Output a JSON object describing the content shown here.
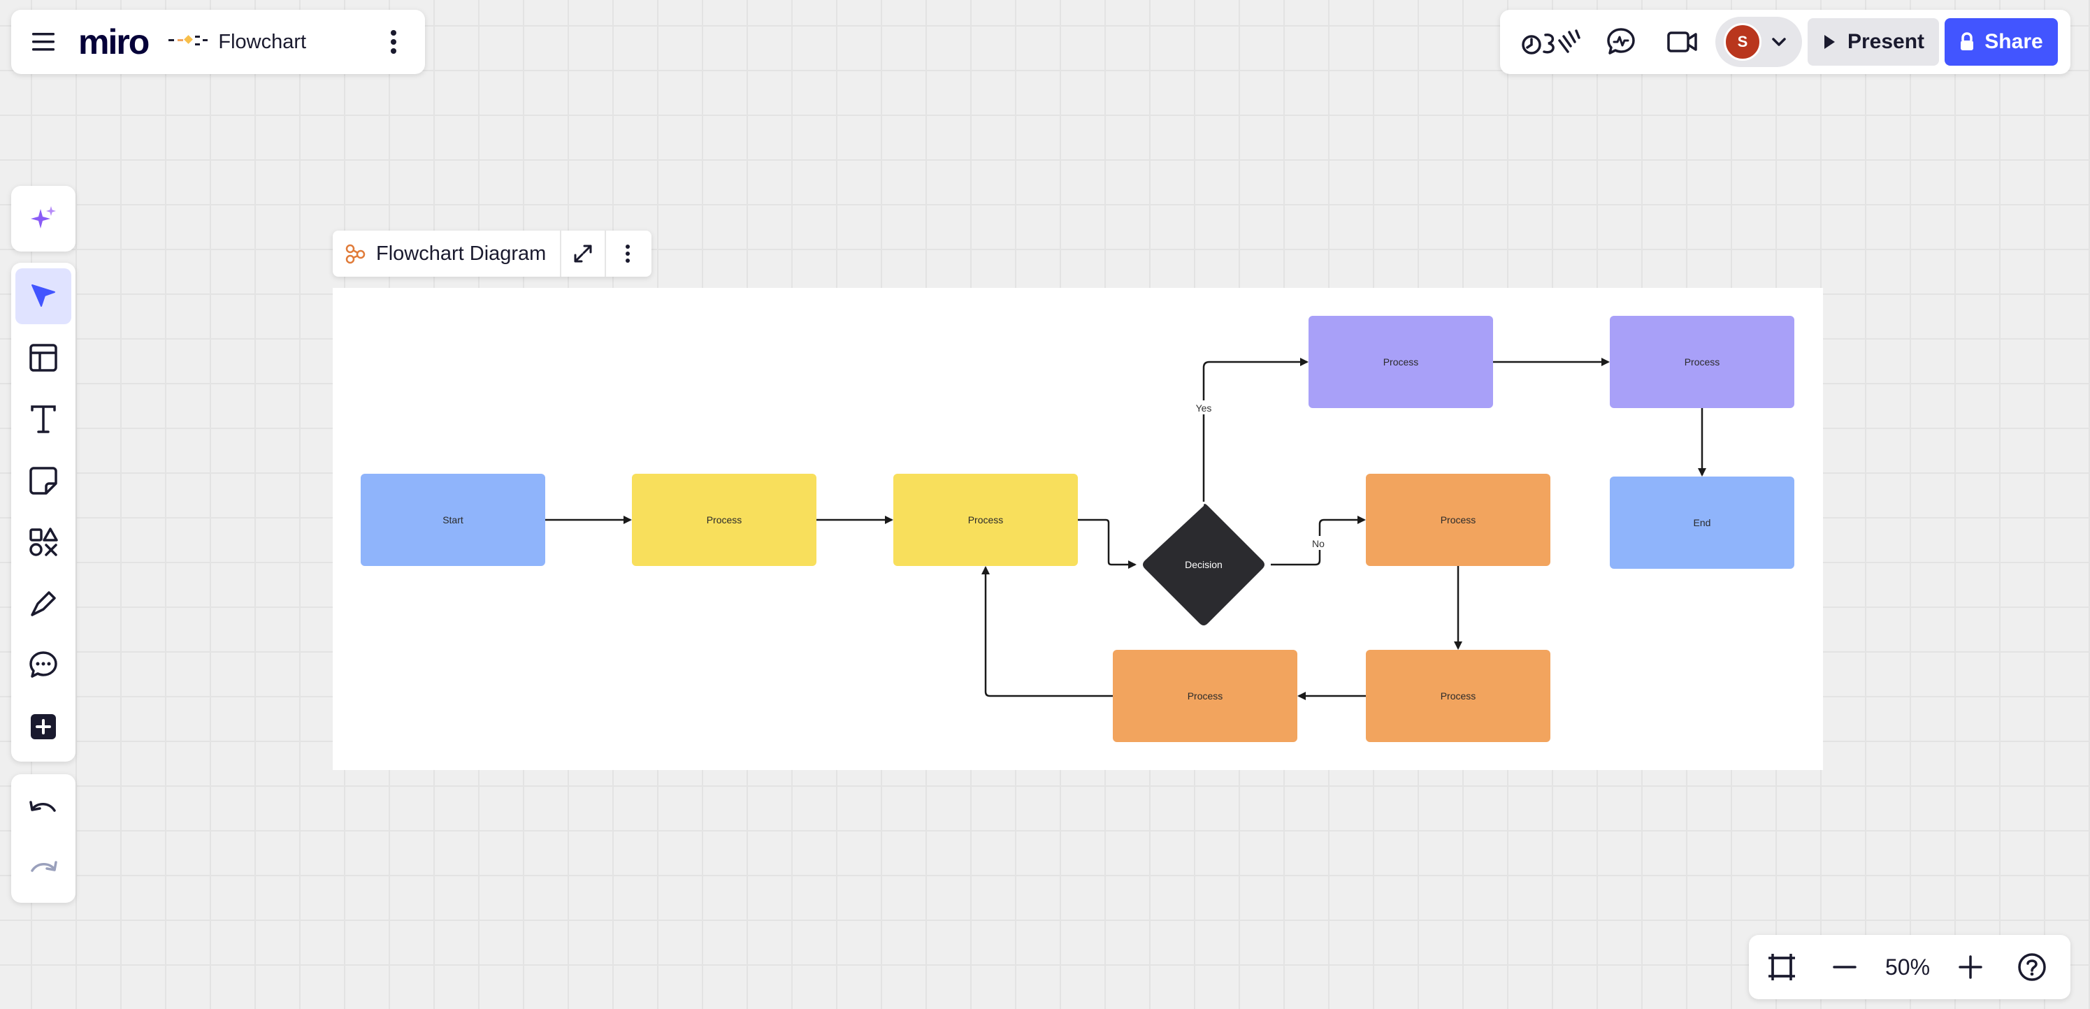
{
  "app": {
    "logo_text": "miro",
    "board_title": "Flowchart"
  },
  "topbar": {
    "present_label": "Present",
    "share_label": "Share",
    "avatar_initial": "S"
  },
  "zoom": {
    "level": "50%"
  },
  "frame": {
    "title": "Flowchart Diagram"
  },
  "flowchart": {
    "nodes": [
      {
        "id": "start",
        "label": "Start",
        "shape": "rect",
        "color": "#8fb4fb"
      },
      {
        "id": "p1",
        "label": "Process",
        "shape": "rect",
        "color": "#f8df5c"
      },
      {
        "id": "p2",
        "label": "Process",
        "shape": "rect",
        "color": "#f8df5c"
      },
      {
        "id": "decision",
        "label": "Decision",
        "shape": "diamond",
        "color": "#2b2b2f"
      },
      {
        "id": "p3",
        "label": "Process",
        "shape": "rect",
        "color": "#a8a0f8"
      },
      {
        "id": "p4",
        "label": "Process",
        "shape": "rect",
        "color": "#a8a0f8"
      },
      {
        "id": "end",
        "label": "End",
        "shape": "rect",
        "color": "#8fb4fb"
      },
      {
        "id": "p5",
        "label": "Process",
        "shape": "rect",
        "color": "#f2a45e"
      },
      {
        "id": "p6",
        "label": "Process",
        "shape": "rect",
        "color": "#f2a45e"
      },
      {
        "id": "p7",
        "label": "Process",
        "shape": "rect",
        "color": "#f2a45e"
      }
    ],
    "edges": [
      {
        "from": "start",
        "to": "p1",
        "label": ""
      },
      {
        "from": "p1",
        "to": "p2",
        "label": ""
      },
      {
        "from": "p2",
        "to": "decision",
        "label": ""
      },
      {
        "from": "decision",
        "to": "p3",
        "label": "Yes"
      },
      {
        "from": "decision",
        "to": "p5",
        "label": "No"
      },
      {
        "from": "p3",
        "to": "p4",
        "label": ""
      },
      {
        "from": "p4",
        "to": "end",
        "label": ""
      },
      {
        "from": "p5",
        "to": "p6",
        "label": ""
      },
      {
        "from": "p6",
        "to": "p7",
        "label": ""
      },
      {
        "from": "p7",
        "to": "p2",
        "label": ""
      }
    ]
  },
  "icons": {
    "menu": "hamburger-icon",
    "more": "more-vertical-icon",
    "reactions": "reactions-icon",
    "chat": "chat-icon",
    "video": "video-camera-icon",
    "chevron": "chevron-down-icon",
    "play": "play-icon",
    "lock": "lock-icon",
    "ai": "sparkle-icon",
    "select": "cursor-icon",
    "templates": "templates-icon",
    "text": "text-icon",
    "sticky": "sticky-note-icon",
    "shapes": "shapes-icon",
    "pen": "pen-icon",
    "comment": "comment-icon",
    "plus": "plus-icon",
    "undo": "undo-icon",
    "redo": "redo-icon",
    "fit": "fit-to-screen-icon",
    "zoom_out": "minus-icon",
    "zoom_in": "plus-icon",
    "help": "help-icon",
    "frame": "diagram-icon",
    "expand": "expand-icon"
  }
}
